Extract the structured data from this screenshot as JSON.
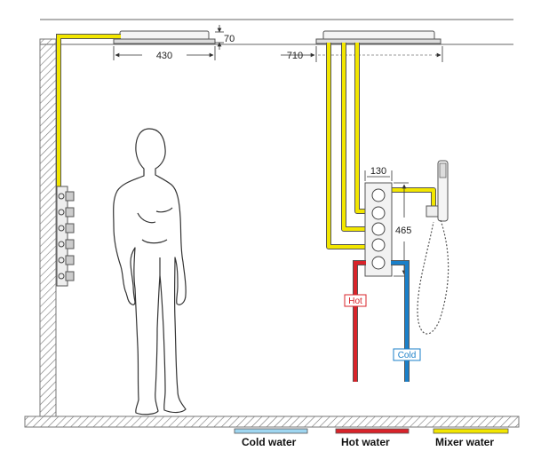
{
  "dimensions": {
    "ceiling_drop": "70",
    "left_head_width": "430",
    "right_head_offset": "710",
    "valve_width": "130",
    "valve_height": "465"
  },
  "pipe_tags": {
    "hot": "Hot",
    "cold": "Cold"
  },
  "legend": [
    {
      "label": "Cold water",
      "color": "#9fd6f0"
    },
    {
      "label": "Hot water",
      "color": "#d8232a"
    },
    {
      "label": "Mixer water",
      "color": "#f2e600"
    }
  ],
  "colors": {
    "cold": "#1a7fc8",
    "hot": "#d8232a",
    "mixer": "#f2e600",
    "line": "#555555"
  }
}
